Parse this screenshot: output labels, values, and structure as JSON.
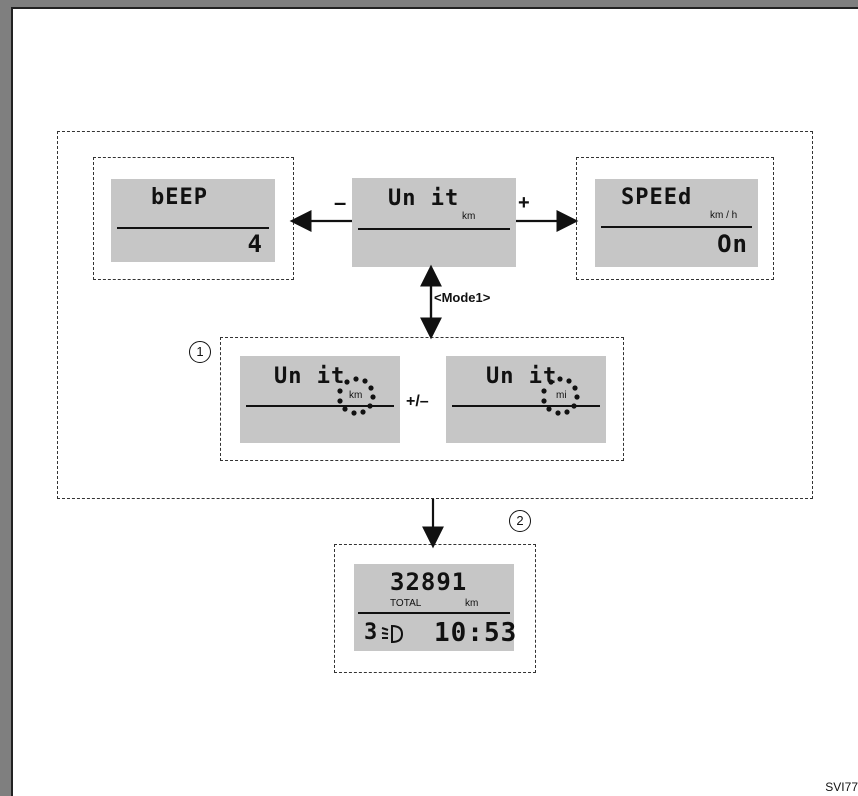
{
  "displays": {
    "beep": {
      "top": "bEEP",
      "bottom": "4"
    },
    "unit_center": {
      "top": "Un it",
      "unit": "km"
    },
    "speed": {
      "top": "SPEEd",
      "unit": "km / h",
      "bottom": "On"
    },
    "unit_km": {
      "top": "Un it",
      "unit": "km"
    },
    "unit_mi": {
      "top": "Un it",
      "unit": "mi"
    },
    "trip": {
      "odometer": "32891",
      "total_label": "TOTAL",
      "unit": "km",
      "gear": "3",
      "time": "10:53"
    }
  },
  "labels": {
    "minus": "–",
    "plus": "+",
    "mode": "<Mode1>",
    "plus_minus": "+/–",
    "callout_1": "1",
    "callout_2": "2"
  },
  "figure_code": "SVI77"
}
